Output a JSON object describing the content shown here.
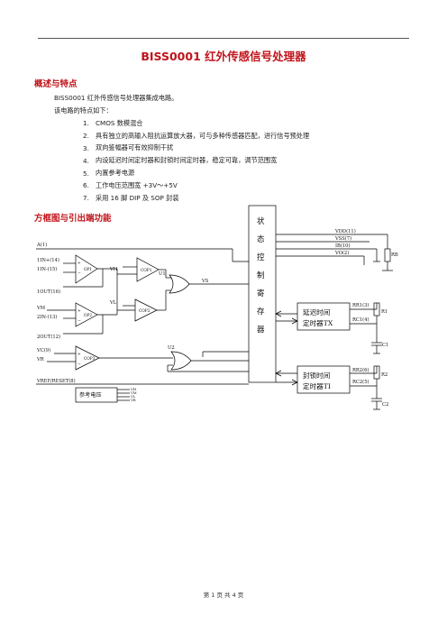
{
  "title": "BISS0001 红外传感信号处理器",
  "section1": {
    "heading": "概述与特点",
    "intro": "BISS0001 红外传感信号处理器集成电路。",
    "intro2": "该电路的特点如下：",
    "features": [
      {
        "num": "1.",
        "text": "CMOS 数模混合"
      },
      {
        "num": "2.",
        "text": "具有独立的高输入阻抗运算放大器，可与多种传感器匹配，进行信号预处理"
      },
      {
        "num": "3.",
        "text": "双向鉴幅器可有效抑制干扰"
      },
      {
        "num": "4.",
        "text": "内设延迟时间定时器和封锁时间定时器，稳定可靠，调节范围宽"
      },
      {
        "num": "5.",
        "text": "内置参考电源"
      },
      {
        "num": "6.",
        "text": "工作电压范围宽 +3V～+5V"
      },
      {
        "num": "7.",
        "text": "采用 16 脚 DIP 及 SOP 封装"
      }
    ]
  },
  "section2": {
    "heading": "方框图与引出端功能"
  },
  "diagram": {
    "pin_a": "A(1)",
    "pin_1in_plus": "1IN+(14)",
    "pin_1in_minus": "1IN-(15)",
    "pin_1out": "1OUT(16)",
    "pin_vm": "VM",
    "pin_2in_minus": "2IN-(13)",
    "pin_2out": "2OUT(12)",
    "pin_vc": "VC(9)",
    "pin_vr": "VR",
    "pin_vrf": "VREF/RESET(8)",
    "vh": "VH",
    "vl": "VL",
    "vs": "VS",
    "op1": "OP1",
    "op2": "OP2",
    "cop1": "COP1",
    "cop2": "COP2",
    "cop3": "COP3",
    "u1": "U1",
    "u2": "U2",
    "register_chars": [
      "状",
      "态",
      "控",
      "制",
      "寄",
      "存",
      "器"
    ],
    "ref_block": "参考电压",
    "ref_outputs": [
      "VH",
      "VM",
      "VL",
      "VR"
    ],
    "pin_vdd": "VDD(11)",
    "pin_vss": "VSS(7)",
    "pin_ib": "IB(10)",
    "pin_vo": "VO(2)",
    "rb": "RB",
    "delay_timer_line1": "延迟时间",
    "delay_timer_line2": "定时器TX",
    "pin_rr1": "RR1(3)",
    "pin_rc1": "RC1(4)",
    "r1": "R1",
    "c1": "C1",
    "block_timer_line1": "封锁时间",
    "block_timer_line2": "定时器TI",
    "pin_rr2": "RR2(6)",
    "pin_rc2": "RC2(5)",
    "r2": "R2",
    "c2": "C2"
  },
  "footer": "第 1 页 共 4 页"
}
